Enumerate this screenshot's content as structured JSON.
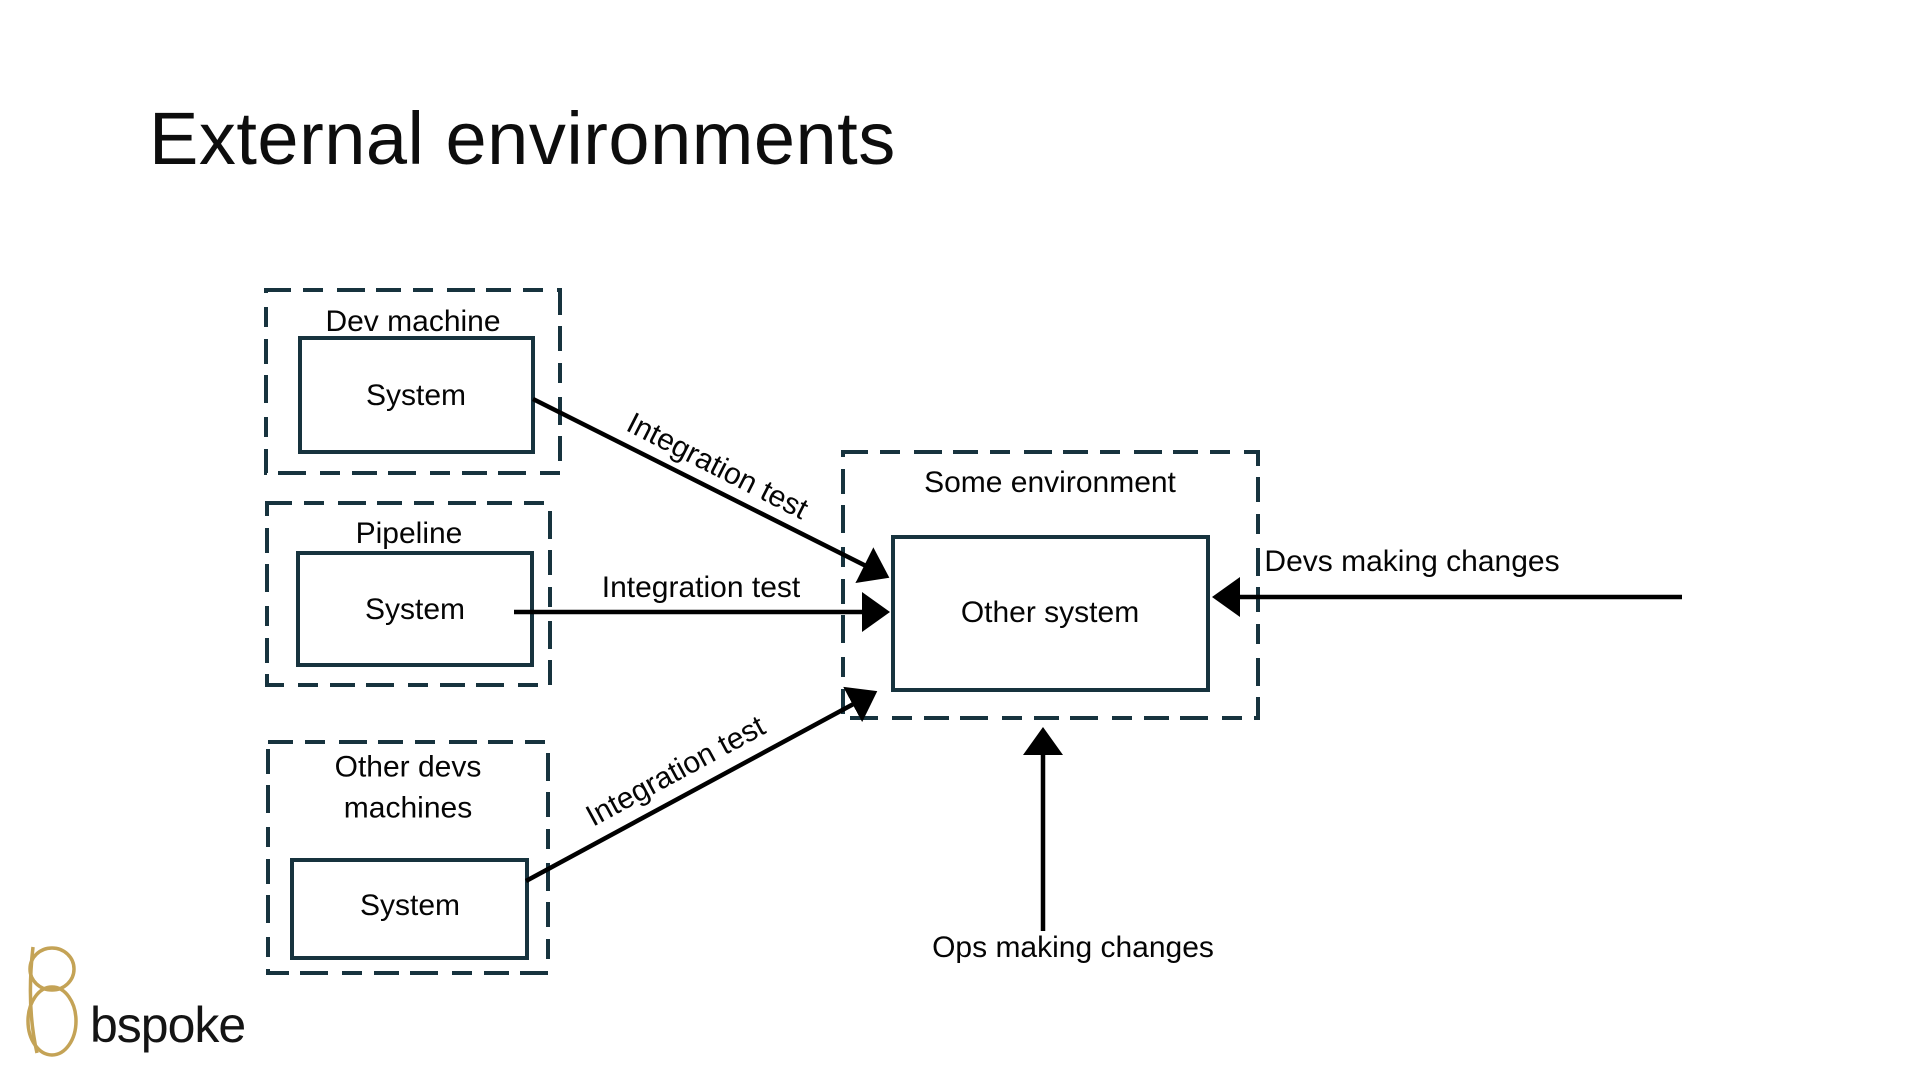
{
  "title": "External environments",
  "colors": {
    "box_border": "#17333e",
    "arrow": "#000000",
    "text": "#050505",
    "logo_gold": "#c4a356"
  },
  "boxes": {
    "dev_machine": {
      "label": "Dev machine",
      "system": "System"
    },
    "pipeline": {
      "label": "Pipeline",
      "system": "System"
    },
    "other_devs": {
      "label": "Other devs machines",
      "system": "System"
    },
    "some_environment": {
      "label": "Some environment",
      "system": "Other system"
    }
  },
  "arrows": {
    "integration_test_1": "Integration test",
    "integration_test_2": "Integration test",
    "integration_test_3": "Integration test",
    "devs_making_changes": "Devs making changes",
    "ops_making_changes": "Ops making changes"
  },
  "logo": {
    "text": "bspoke"
  }
}
